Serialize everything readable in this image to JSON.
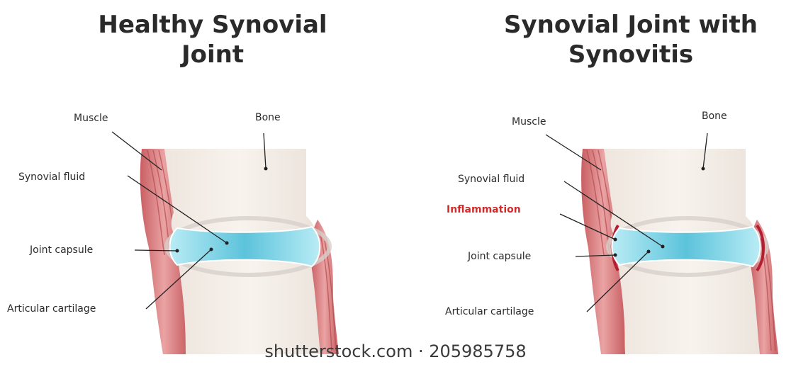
{
  "titles": {
    "left": "Healthy Synovial Joint",
    "right": "Synovial Joint with Synovitis"
  },
  "labels": {
    "left": {
      "muscle": "Muscle",
      "bone": "Bone",
      "synovial_fluid": "Synovial fluid",
      "joint_capsule": "Joint capsule",
      "articular_cartilage": "Articular cartilage"
    },
    "right": {
      "muscle": "Muscle",
      "bone": "Bone",
      "synovial_fluid": "Synovial fluid",
      "inflammation": "Inflammation",
      "joint_capsule": "Joint capsule",
      "articular_cartilage": "Articular cartilage"
    }
  },
  "footer": "shutterstock.com · 205985758",
  "colors": {
    "bone": "#f3ece6",
    "muscle": "#e49a9a",
    "fluid": "#7fd3e4",
    "inflammation": "#d42a2a"
  }
}
